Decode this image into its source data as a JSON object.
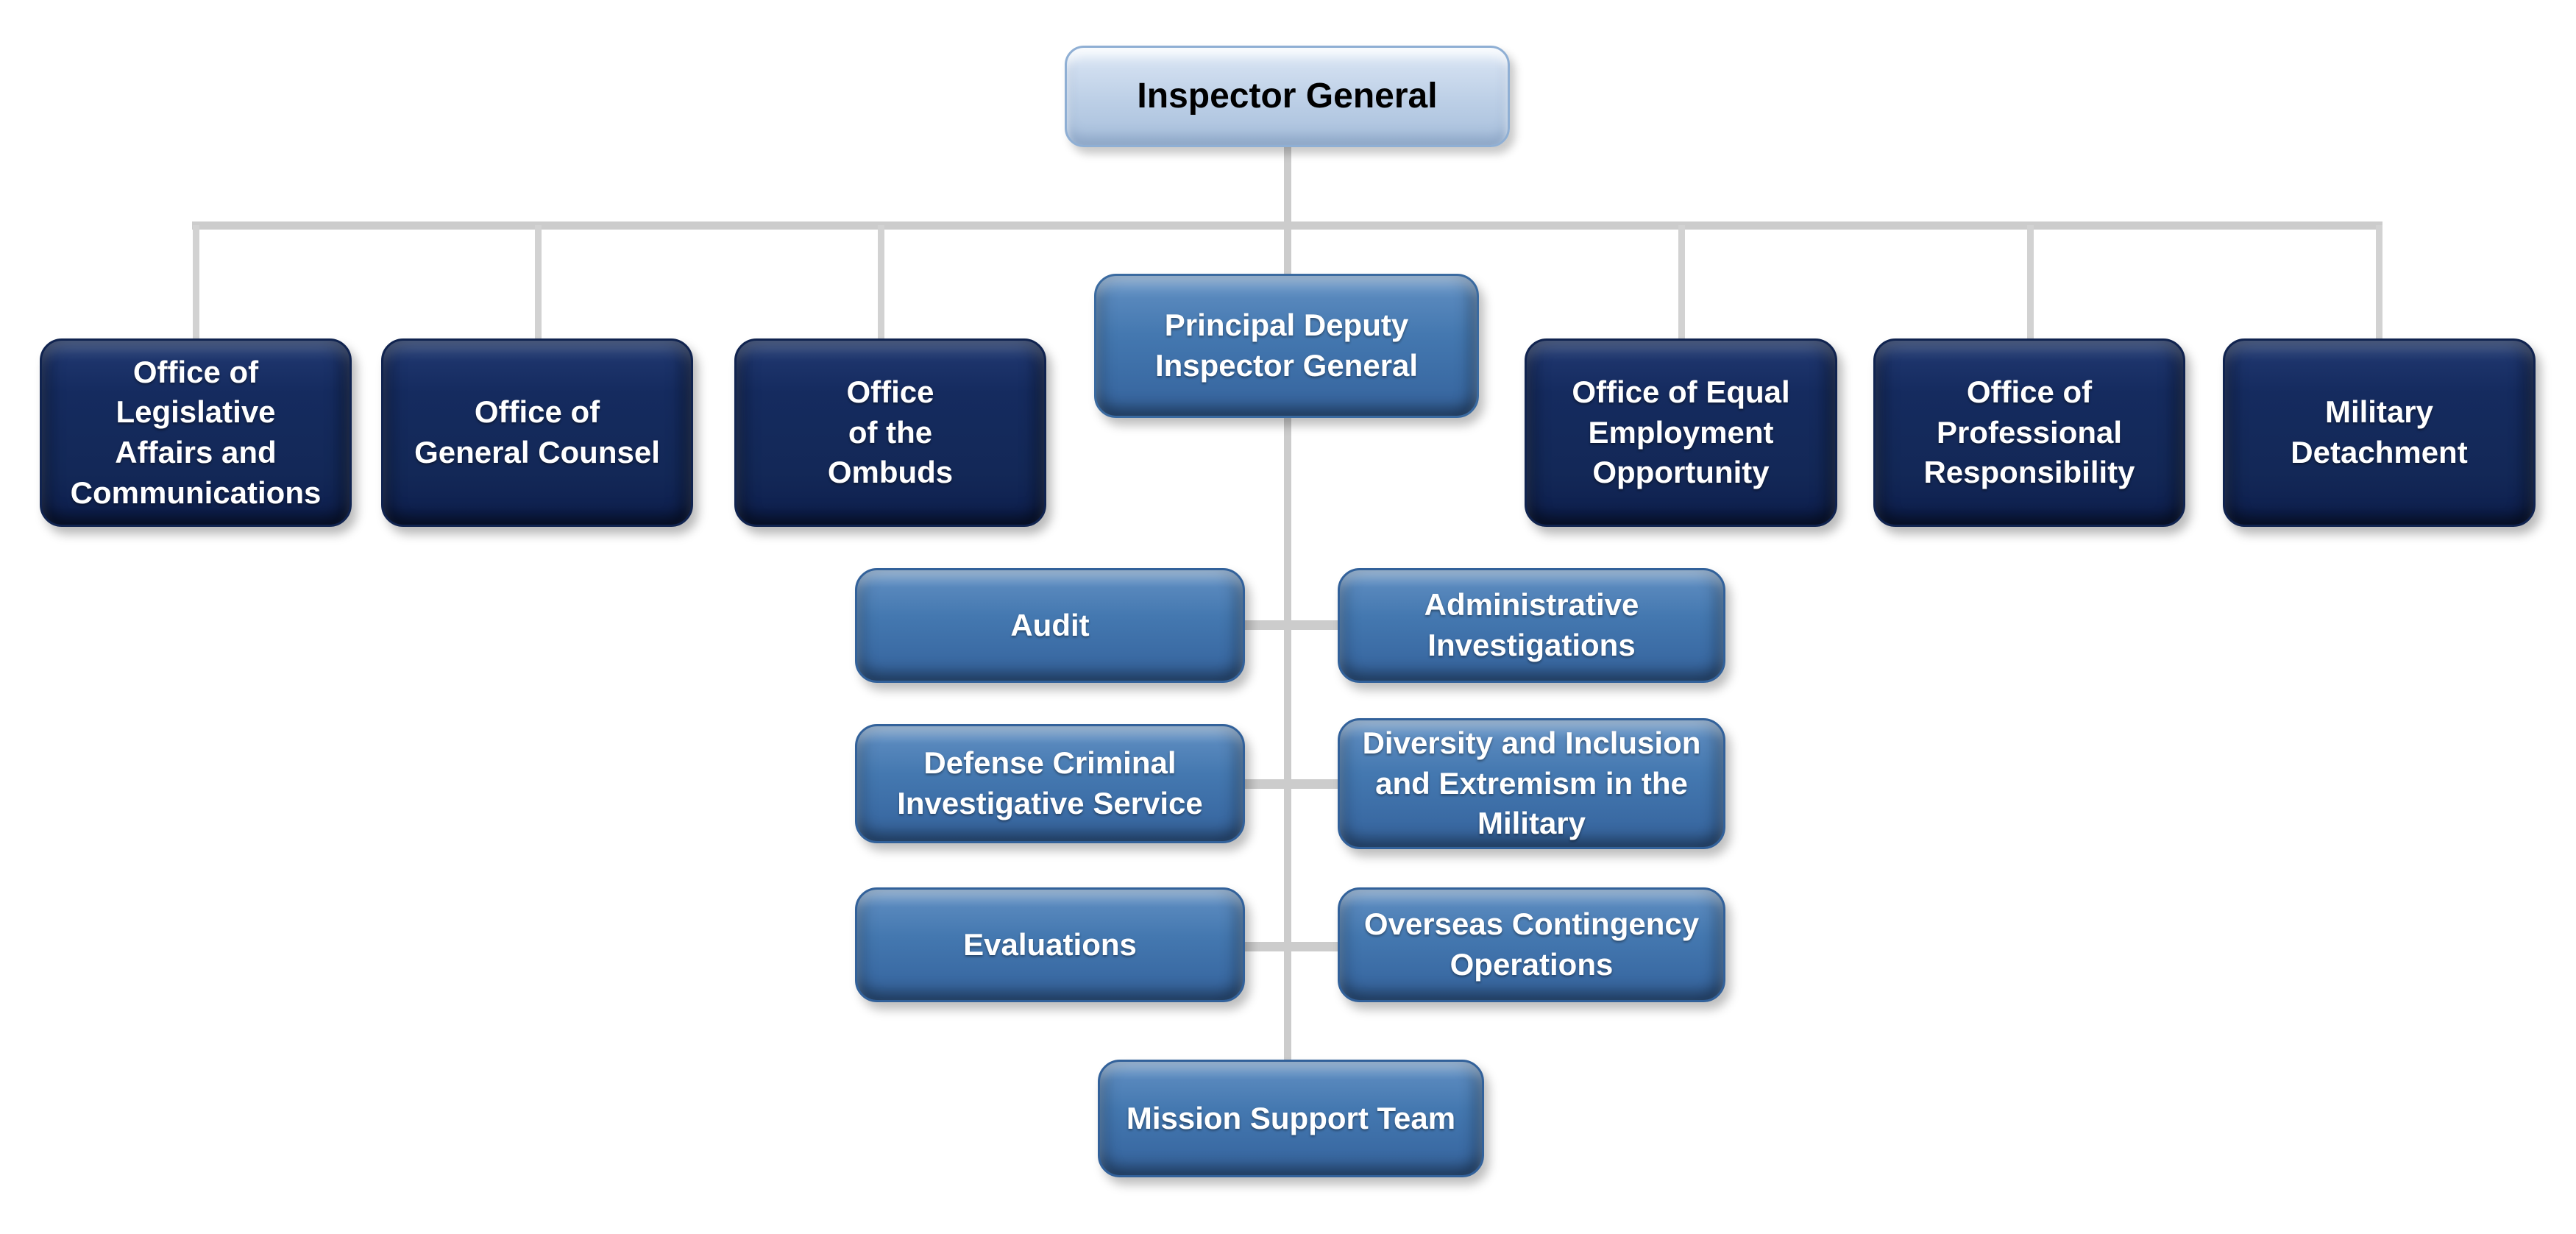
{
  "diagram": {
    "type": "org-chart",
    "background": "#ffffff",
    "connector_color": "#cccccc"
  },
  "root": {
    "label": "Inspector General"
  },
  "deputy": {
    "label": "Principal Deputy\nInspector General"
  },
  "top_offices": [
    {
      "label": "Office of\nLegislative\nAffairs and\nCommunications"
    },
    {
      "label": "Office of\nGeneral Counsel"
    },
    {
      "label": "Office\nof the\nOmbuds"
    },
    {
      "label": "Office of Equal\nEmployment\nOpportunity"
    },
    {
      "label": "Office of\nProfessional\nResponsibility"
    },
    {
      "label": "Military\nDetachment"
    }
  ],
  "components": [
    {
      "label": "Audit"
    },
    {
      "label": "Administrative\nInvestigations"
    },
    {
      "label": "Defense Criminal\nInvestigative Service"
    },
    {
      "label": "Diversity and Inclusion\nand Extremism in the\nMilitary"
    },
    {
      "label": "Evaluations"
    },
    {
      "label": "Overseas Contingency\nOperations"
    },
    {
      "label": "Mission Support Team"
    }
  ],
  "colors": {
    "navy_box": "#142a5e",
    "steel_box": "#4377af",
    "deputy_box": "#4e7fb5",
    "root_box": "#bccfe6",
    "connector": "#cccccc",
    "text_on_dark": "#ffffff",
    "text_on_light": "#000000"
  }
}
